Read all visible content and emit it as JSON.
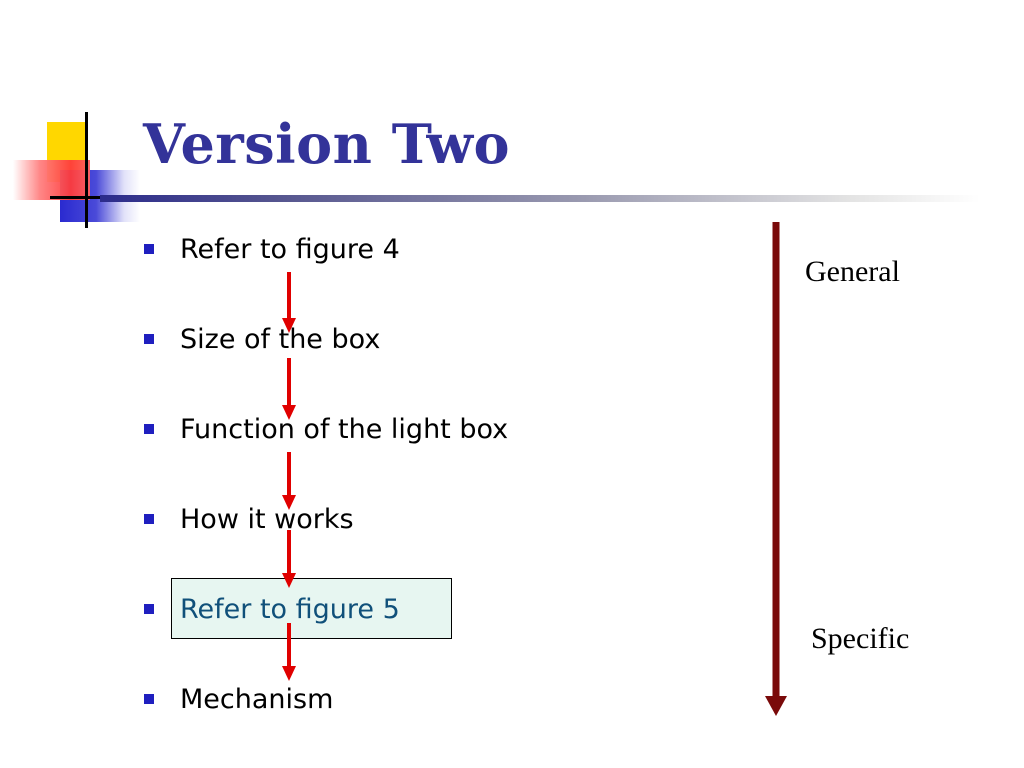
{
  "slide": {
    "title": "Version Two",
    "bullets": [
      {
        "text": "Refer to figure 4",
        "highlighted": false
      },
      {
        "text": "Size of the box",
        "highlighted": false
      },
      {
        "text": "Function of the light box",
        "highlighted": false
      },
      {
        "text": "How it works",
        "highlighted": false
      },
      {
        "text": "Refer to figure 5",
        "highlighted": true
      },
      {
        "text": "Mechanism",
        "highlighted": false
      }
    ],
    "scale": {
      "top_label": "General",
      "bottom_label": "Specific"
    },
    "colors": {
      "title": "#333399",
      "bullet_mark": "#1f1fbf",
      "step_arrow": "#e00000",
      "scale_arrow": "#7a0a0a",
      "highlight_fill": "#e7f6f1"
    }
  }
}
